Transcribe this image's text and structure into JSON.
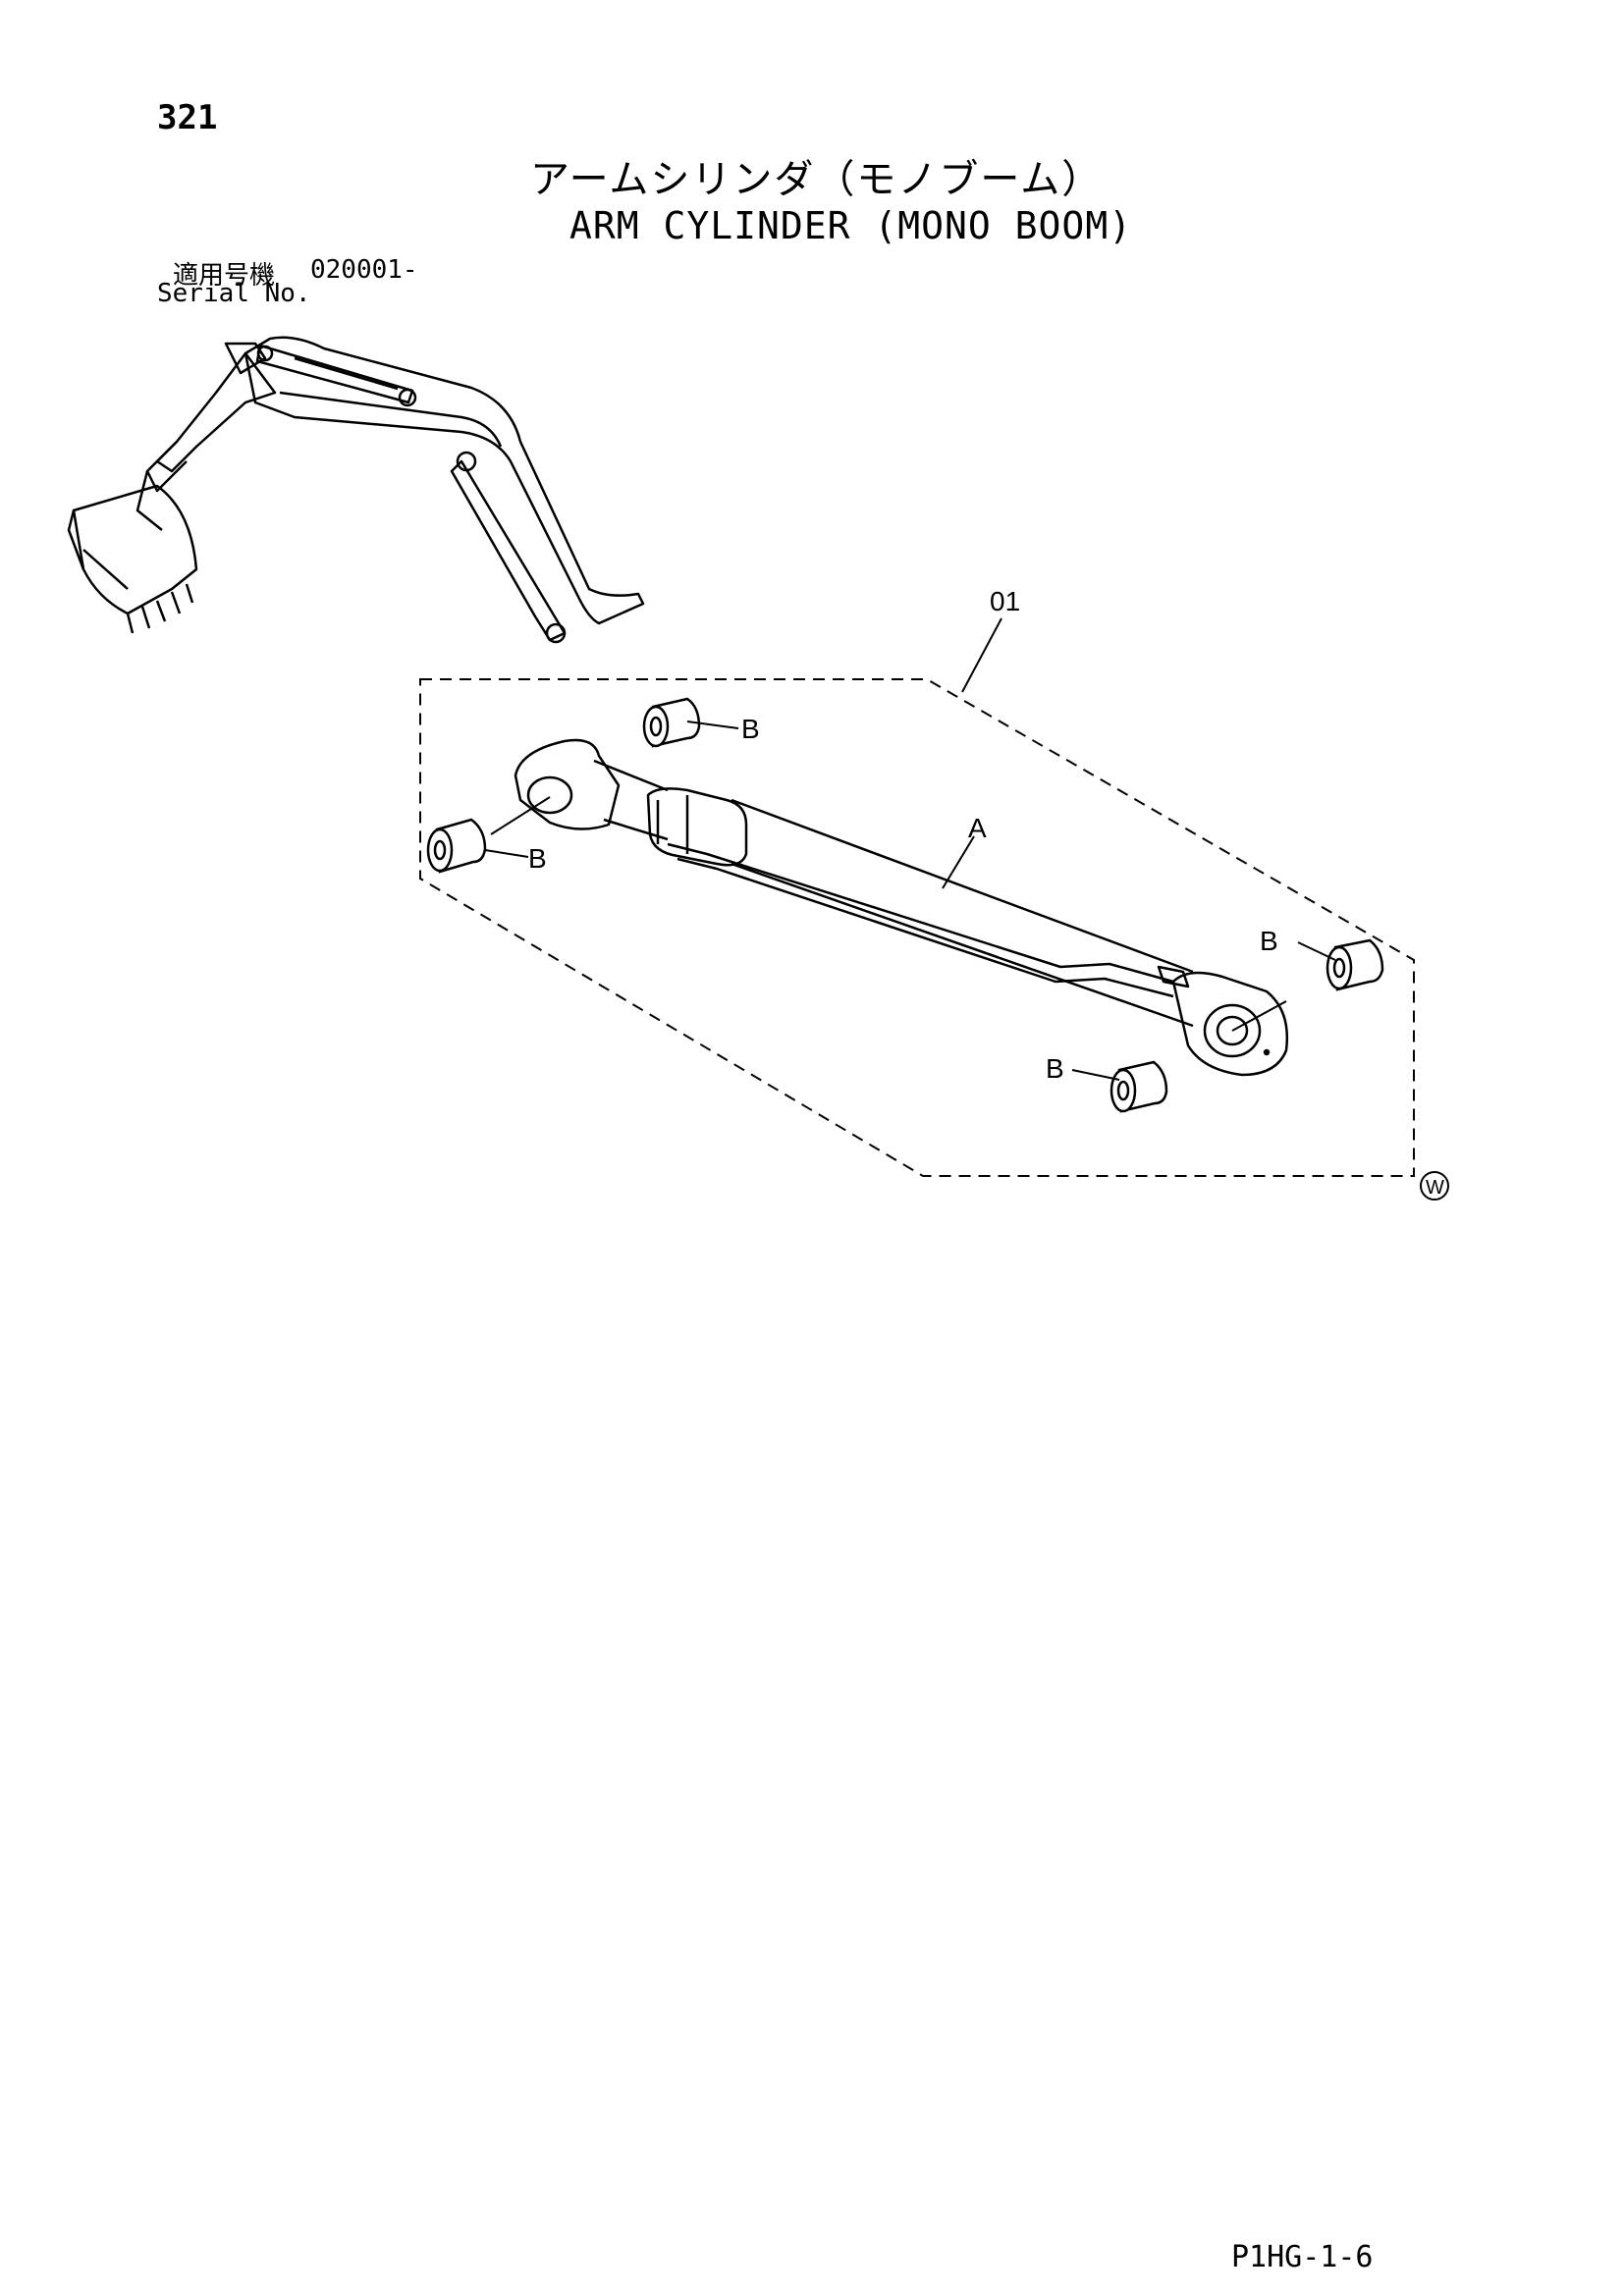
{
  "page": {
    "number": "321",
    "title_jp": "アームシリンダ（モノブーム）",
    "title_en": "ARM CYLINDER (MONO BOOM)",
    "serial_label_jp": "適用号機",
    "serial_value": "020001-",
    "serial_label_en": "Serial No.",
    "footer_code": "P1HG-1-6"
  },
  "callouts": {
    "assembly": "01",
    "cylinder": "A",
    "bushing_label": "B",
    "variant_mark": "W"
  }
}
